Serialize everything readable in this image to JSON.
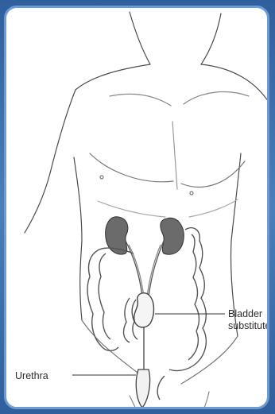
{
  "labels": {
    "bladder_line1": "Bladder",
    "bladder_line2": "substitute",
    "urethra": "Urethra"
  },
  "colors": {
    "frame": "#3f6fa8",
    "frame_border": "#6f9bd0",
    "kidney": "#6b6b6b",
    "ink": "#3a3a3a"
  }
}
